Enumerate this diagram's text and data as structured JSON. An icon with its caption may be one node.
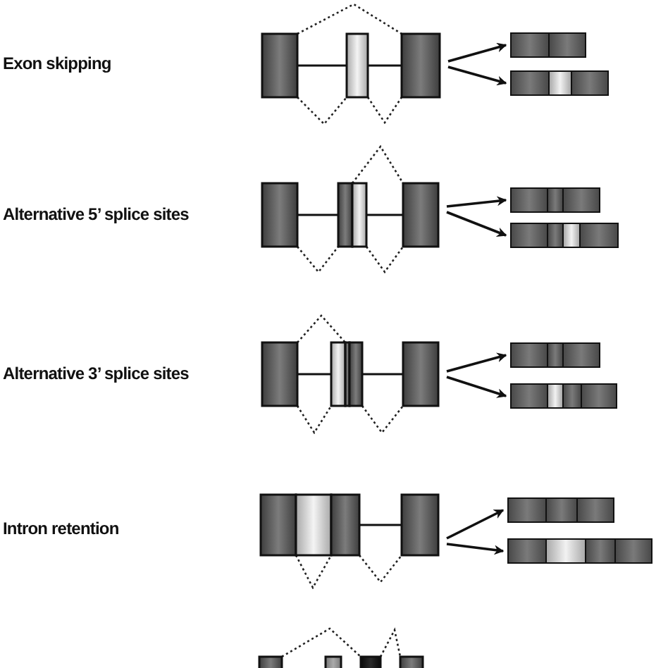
{
  "diagram": {
    "nodes": [
      {
        "text": [],
        "shape": "picture"
      },
      {
        "text": [],
        "shape": "bar"
      },
      {
        "text": [],
        "shape": "bar"
      },
      {
        "text": [],
        "shape": "picture"
      },
      {
        "text": [],
        "shape": "bar"
      },
      {
        "text": [],
        "shape": "bar"
      },
      {
        "text": [],
        "shape": "picture"
      },
      {
        "text": [],
        "shape": "bar"
      },
      {
        "text": [],
        "shape": "bar"
      },
      {
        "text": [],
        "shape": "picture"
      },
      {
        "text": [],
        "shape": "bar"
      },
      {
        "text": [],
        "shape": "bar"
      },
      {
        "text": [],
        "shape": "picture"
      }
    ],
    "edges": [
      {
        "from": 0,
        "to": 1,
        "arrow": "to"
      },
      {
        "from": 0,
        "to": 2,
        "arrow": "to"
      },
      {
        "from": 3,
        "to": 4,
        "arrow": "to"
      },
      {
        "from": 3,
        "to": 5,
        "arrow": "to"
      },
      {
        "from": 6,
        "to": 7,
        "arrow": "to"
      },
      {
        "from": 6,
        "to": 8,
        "arrow": "to"
      },
      {
        "from": 9,
        "to": 10,
        "arrow": "to"
      },
      {
        "from": 9,
        "to": 11,
        "arrow": "to"
      }
    ],
    "labels": [
      "Exon skipping",
      "Alternative 5’ splice sites",
      "Alternative 3’ splice sites",
      "Intron retention"
    ]
  }
}
